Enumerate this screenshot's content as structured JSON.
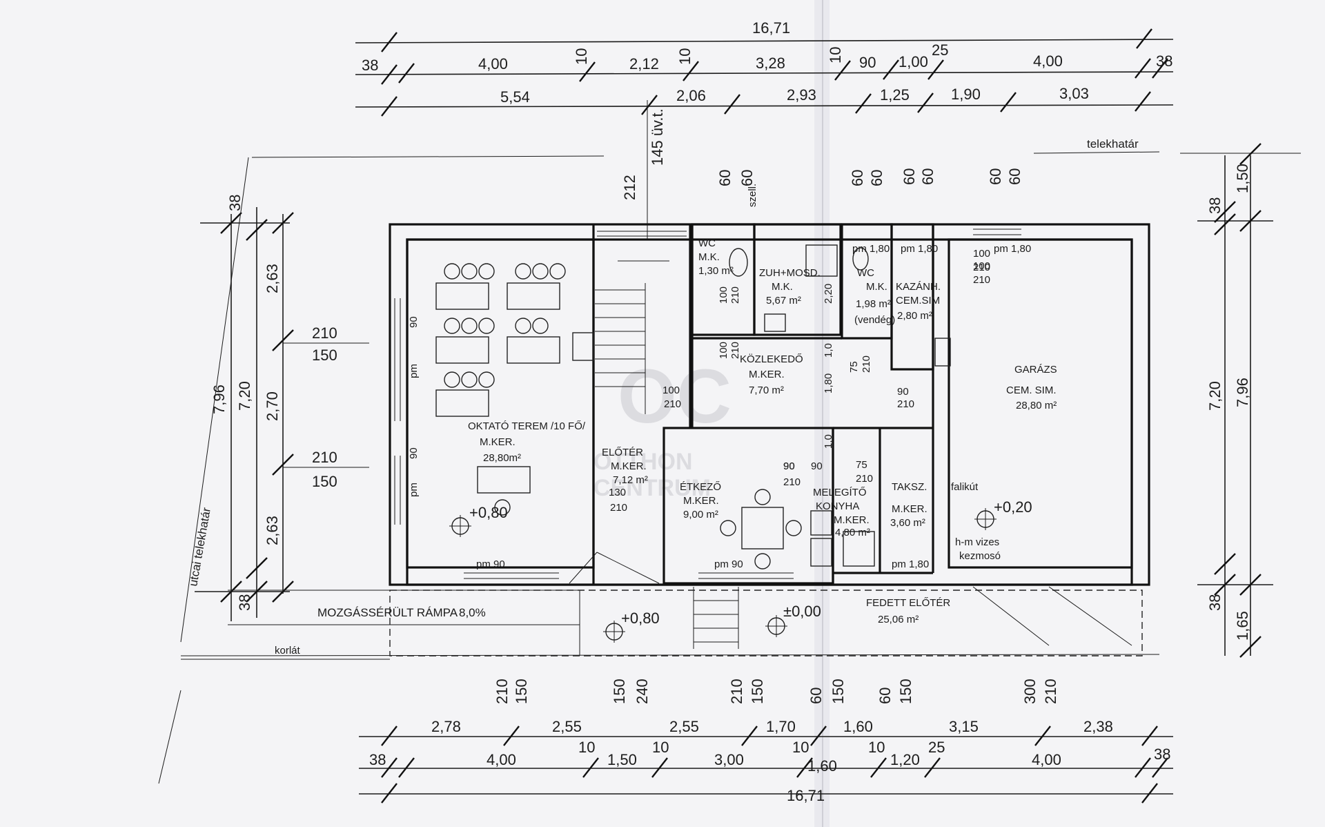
{
  "dims": {
    "top_total": "16,71",
    "top_row1": [
      "38",
      "4,00",
      "10",
      "2,12",
      "10",
      "3,28",
      "10",
      "90",
      "1,00",
      "25",
      "4,00",
      "38"
    ],
    "top_row2": [
      "5,54",
      "2,06",
      "2,93",
      "1,25",
      "1,90",
      "3,03"
    ],
    "bottom_total": "16,71",
    "bottom_row1": [
      "2,78",
      "2,55",
      "2,55",
      "1,70",
      "1,60",
      "3,15",
      "2,38"
    ],
    "bottom_row2": [
      "38",
      "4,00",
      "10",
      "1,50",
      "10",
      "3,00",
      "10",
      "1,60",
      "10",
      "1,20",
      "25",
      "4,00",
      "38"
    ],
    "bottom_openings": [
      "210",
      "150",
      "150",
      "240",
      "210",
      "150",
      "60",
      "150",
      "60",
      "150",
      "300",
      "210"
    ],
    "left": [
      "38",
      "2,63",
      "2,70",
      "2,63",
      "7,20",
      "7,96",
      "38"
    ],
    "left_windows": [
      "210",
      "150",
      "210",
      "150"
    ],
    "right": [
      "1,50",
      "38",
      "7,20",
      "7,96",
      "38",
      "1,65"
    ],
    "top_openings": [
      "212",
      "145 üv.t.",
      "60",
      "60",
      "60",
      "60",
      "60",
      "60",
      "60",
      "60"
    ]
  },
  "labels": {
    "telekhatar": "telekhatár",
    "utcai_telekhatar": "utcai telekhatár",
    "ramp": "MOZGÁSSÉRÜLT RÁMPA",
    "ramp_pct": "8,0%",
    "korlat": "korlát",
    "szell": "szell.",
    "falikut": "falikút",
    "hm_vizes": "h-m vizes",
    "kezmoso": "kezmosó"
  },
  "rooms": {
    "oktato": [
      "OKTATÓ TEREM /10 FŐ/",
      "M.KER.",
      "28,80m²"
    ],
    "eloter": [
      "ELŐTÉR",
      "M.KER.",
      "7,12 m²"
    ],
    "wc": [
      "WC",
      "M.K.",
      "1,30 m²"
    ],
    "zuh": [
      "ZUH+MOSD.",
      "M.K.",
      "5,67 m²"
    ],
    "wc2": [
      "WC",
      "M.K.",
      "1,98 m²",
      "(vendég)"
    ],
    "kazan": [
      "KAZÁNH.",
      "CEM.SIM",
      "2,80 m²"
    ],
    "garazs": [
      "GARÁZS",
      "CEM. SIM.",
      "28,80 m²"
    ],
    "kozl": [
      "KÖZLEKEDŐ",
      "M.KER.",
      "7,70 m²"
    ],
    "etkezo": [
      "ÉTKEZŐ",
      "M.KER.",
      "9,00 m²"
    ],
    "melegito": [
      "MELEGÍTŐ",
      "KONYHA",
      "M.KER.",
      "4,80 m²"
    ],
    "taksz": [
      "TAKSZ.",
      "M.KER.",
      "3,60 m²"
    ],
    "fedett": [
      "FEDETT ELŐTÉR",
      "25,06 m²"
    ]
  },
  "levels": [
    "+0,80",
    "+0,80",
    "±0,00",
    "+0,20"
  ],
  "openings": [
    "pm 90",
    "pm 90",
    "90",
    "90",
    "90",
    "90",
    "pm",
    "pm",
    "100",
    "210",
    "100",
    "210",
    "130",
    "210",
    "90",
    "210",
    "75",
    "210",
    "100",
    "210",
    "75",
    "210",
    "90",
    "210",
    "pm 1,80",
    "pm 1,80",
    "pm 1,80",
    "pm 1,80",
    "1,80",
    "100",
    "210",
    "100",
    "210",
    "1,0",
    "1,0",
    "2,20"
  ],
  "watermark": {
    "logo": "OC",
    "line1": "OTTHON",
    "line2": "CENTRUM"
  }
}
